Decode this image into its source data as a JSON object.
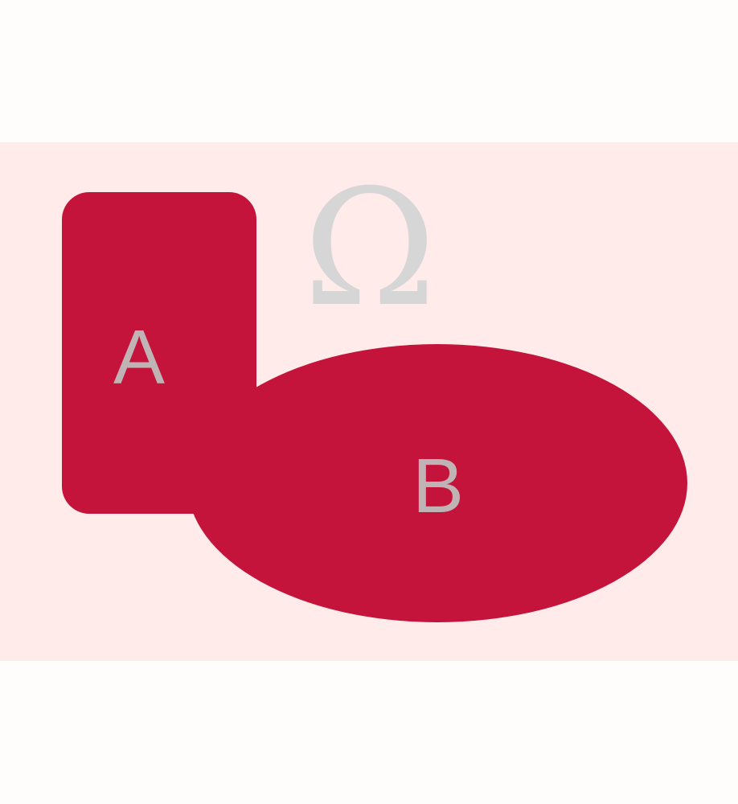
{
  "diagram": {
    "type": "venn",
    "universe": {
      "label": "Ω"
    },
    "sets": [
      {
        "id": "A",
        "label": "A",
        "shape": "rounded-rectangle"
      },
      {
        "id": "B",
        "label": "B",
        "shape": "ellipse"
      }
    ],
    "shading": "union"
  },
  "colors": {
    "universe_fill": "#ffebea",
    "set_fill": "#c5143b",
    "set_label": "#c0b3b5",
    "universe_label": "#d6d6d6"
  }
}
